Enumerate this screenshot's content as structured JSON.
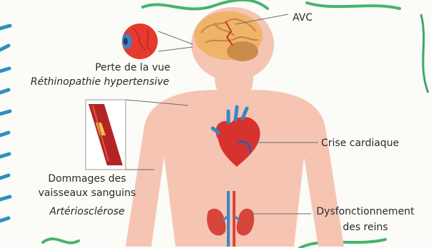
{
  "labels": {
    "stroke": "AVC",
    "vision_loss": "Perte de la vue",
    "retinopathy": "Réthinopathie hypertensive",
    "vessel_damage_line1": "Dommages des",
    "vessel_damage_line2": "vaisseaux sanguins",
    "arteriosclerosis": "Artériosclérose",
    "heart_attack": "Crise cardiaque",
    "kidney_line1": "Dysfonctionnement",
    "kidney_line2": "des reins"
  },
  "colors": {
    "body_skin": "#f6c4b3",
    "brain": "#f0b36a",
    "eye": "#e53a2e",
    "heart": "#d8322e",
    "kidney": "#d8453a",
    "vessel": "#b52424",
    "marker_green": "#3fae6b",
    "marker_blue": "#2a7ab8"
  }
}
